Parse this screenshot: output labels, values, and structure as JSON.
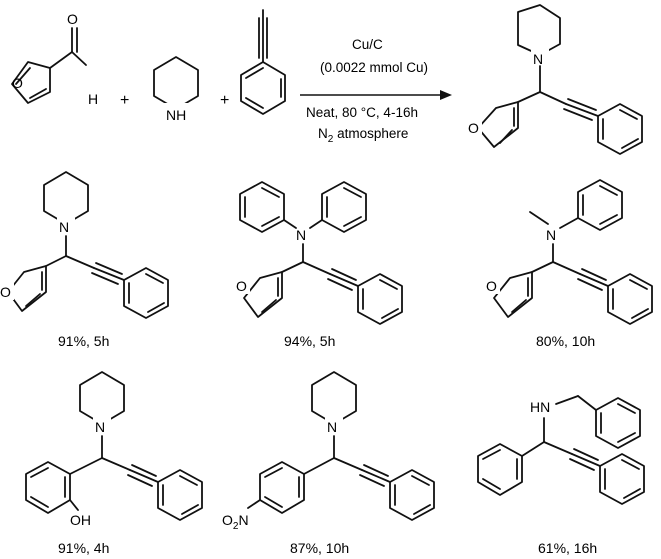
{
  "reaction": {
    "conditions": {
      "catalyst": "Cu/C",
      "loading": "(0.0022 mmol Cu)",
      "solvent_temp_time": "Neat, 80 °C, 4-16h",
      "atmosphere_n": "N",
      "atmosphere_sub": "2",
      "atmosphere_rest": " atmosphere"
    },
    "plus_sign": "+",
    "atoms": {
      "O": "O",
      "H": "H",
      "N": "N",
      "NH": "NH",
      "HN": "HN",
      "OH": "OH",
      "O2N_O": "O",
      "O2N_sub": "2",
      "O2N_N": "N"
    }
  },
  "products": [
    {
      "yield_label": "91%, 5h"
    },
    {
      "yield_label": "94%, 5h"
    },
    {
      "yield_label": "80%, 10h"
    },
    {
      "yield_label": "91%, 4h"
    },
    {
      "yield_label": "87%, 10h"
    },
    {
      "yield_label": "61%, 16h"
    }
  ]
}
